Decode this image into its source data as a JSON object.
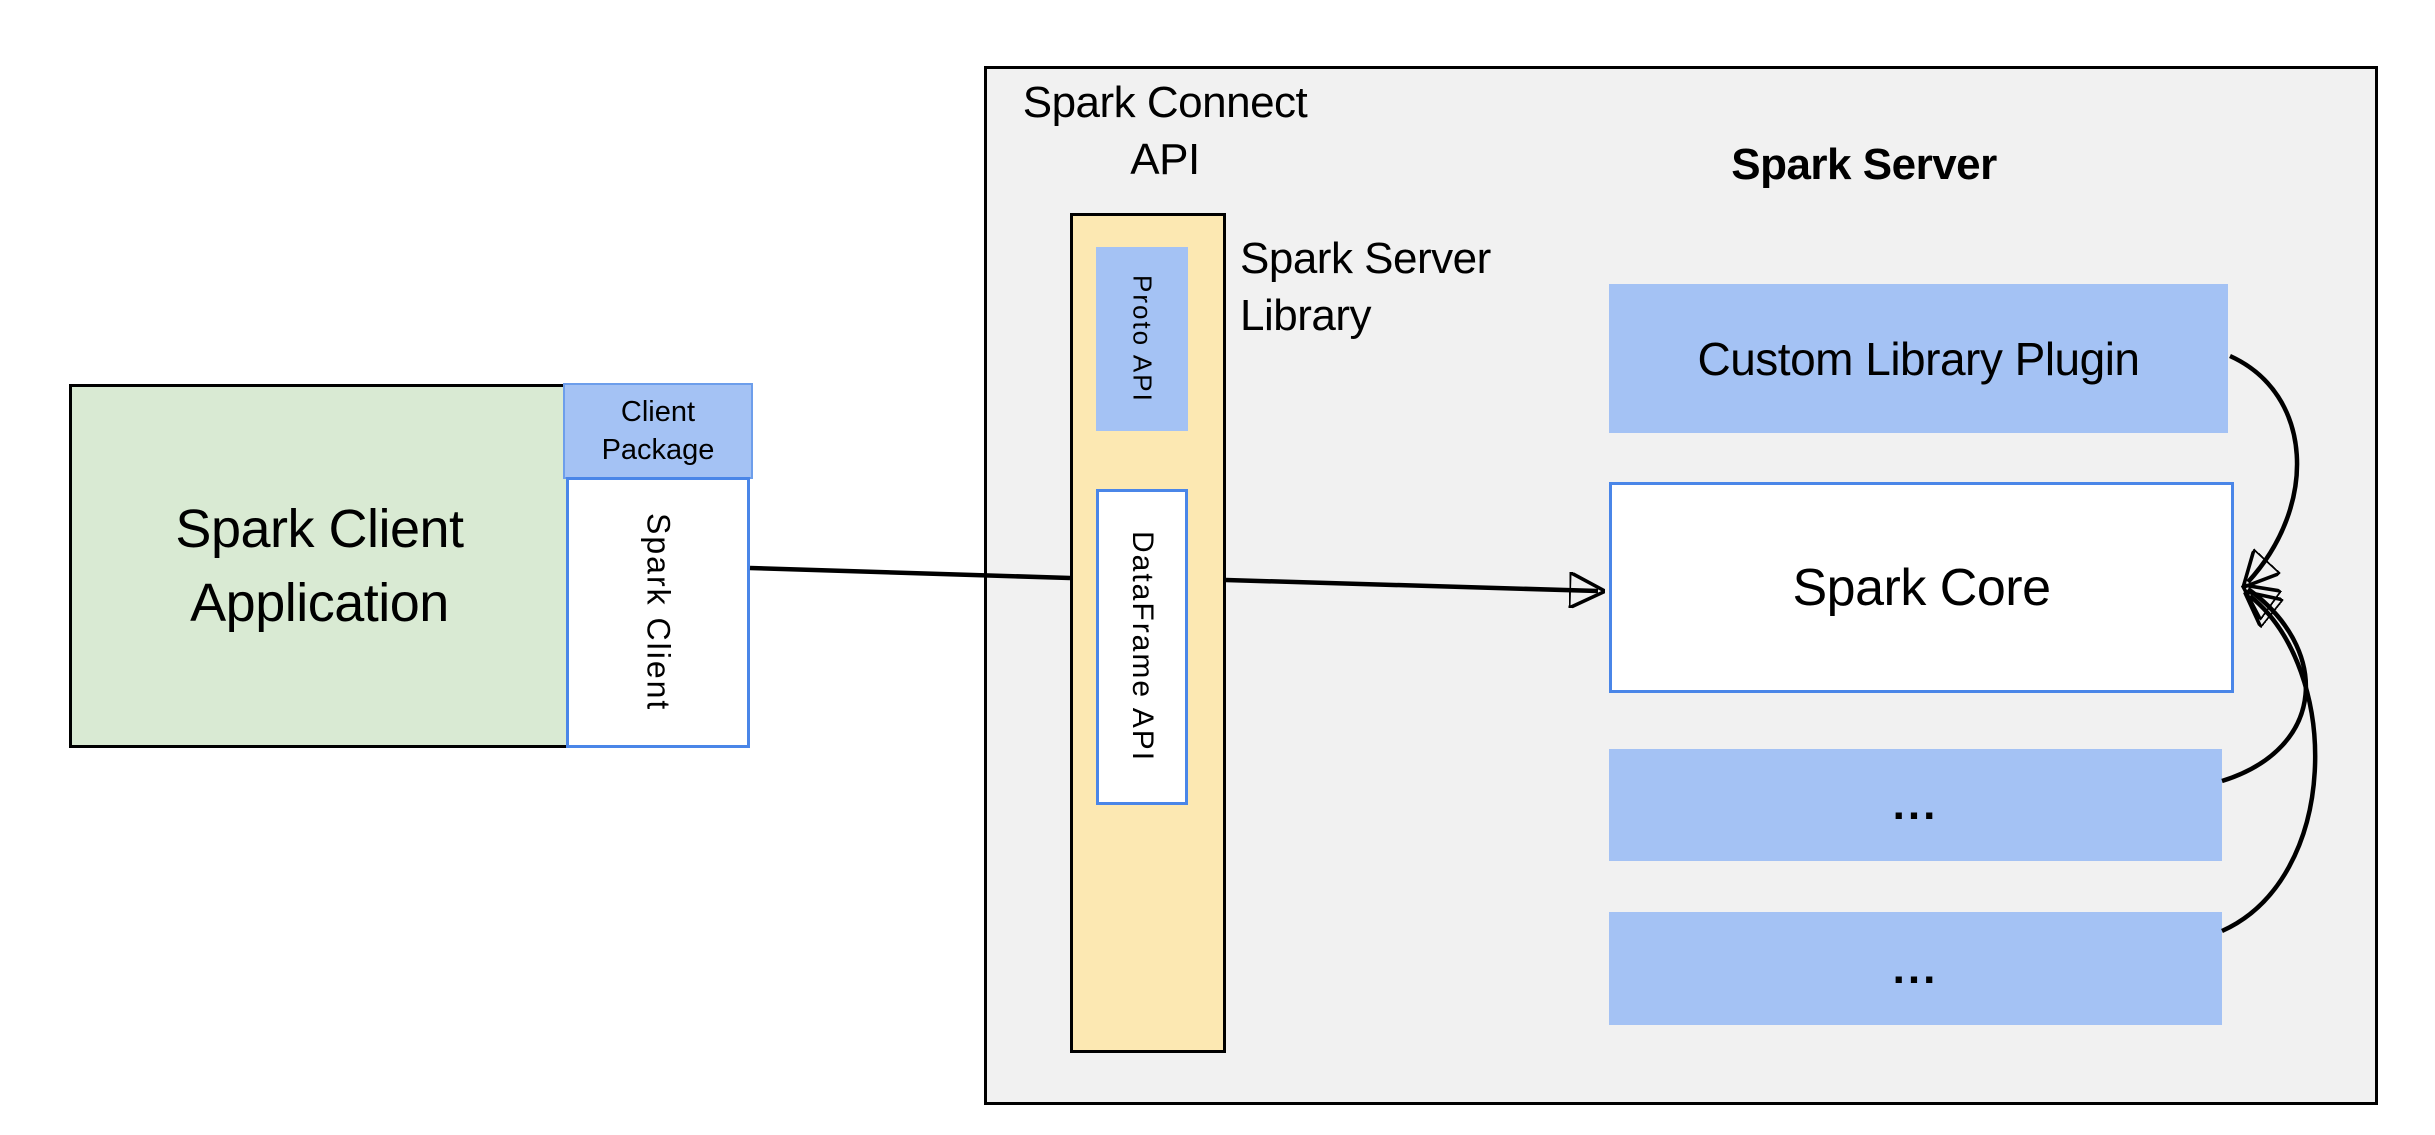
{
  "client": {
    "app_label": "Spark Client\nApplication",
    "package_label": "Client\nPackage",
    "spark_client_label": "Spark Client"
  },
  "connect": {
    "title": "Spark Connect\nAPI",
    "proto_api_label": "Proto API",
    "dataframe_api_label": "DataFrame API",
    "library_label": "Spark Server\nLibrary"
  },
  "server": {
    "title": "Spark Server",
    "plugin_label": "Custom Library Plugin",
    "core_label": "Spark Core",
    "module1_label": "...",
    "module2_label": "..."
  },
  "colors": {
    "client_app_fill": "#d9ead3",
    "accent_blue_fill": "#a4c2f4",
    "library_fill": "#fce8b2",
    "box_border_blue": "#4a86e8",
    "package_border_blue": "#6d9eeb",
    "panel_fill": "#f1f1f1",
    "outline_black": "#000000",
    "text_color": "#000000"
  }
}
